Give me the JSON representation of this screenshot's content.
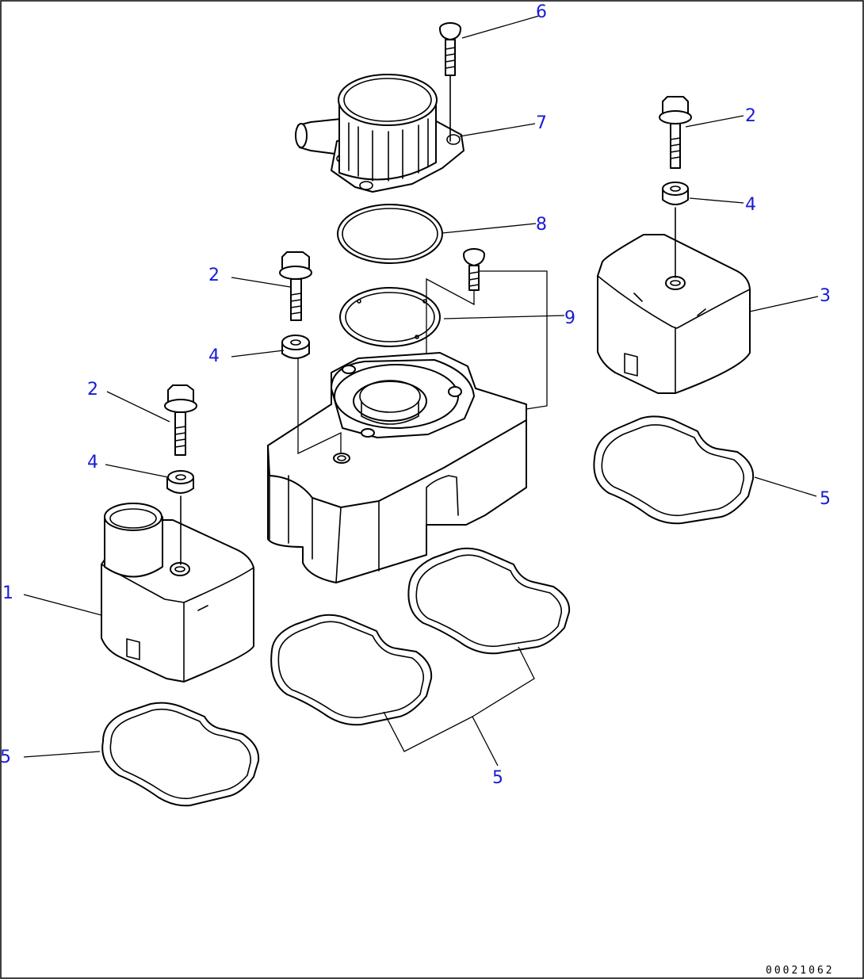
{
  "drawing": {
    "drawing_number": "00021062",
    "callouts": {
      "c1": "1",
      "c2": "2",
      "c3": "3",
      "c4": "4",
      "c5": "5",
      "c6": "6",
      "c7": "7",
      "c8": "8",
      "c9": "9"
    },
    "colors": {
      "callout_text": "#1a1ad6",
      "line_art": "#000000",
      "background": "#ffffff"
    }
  }
}
